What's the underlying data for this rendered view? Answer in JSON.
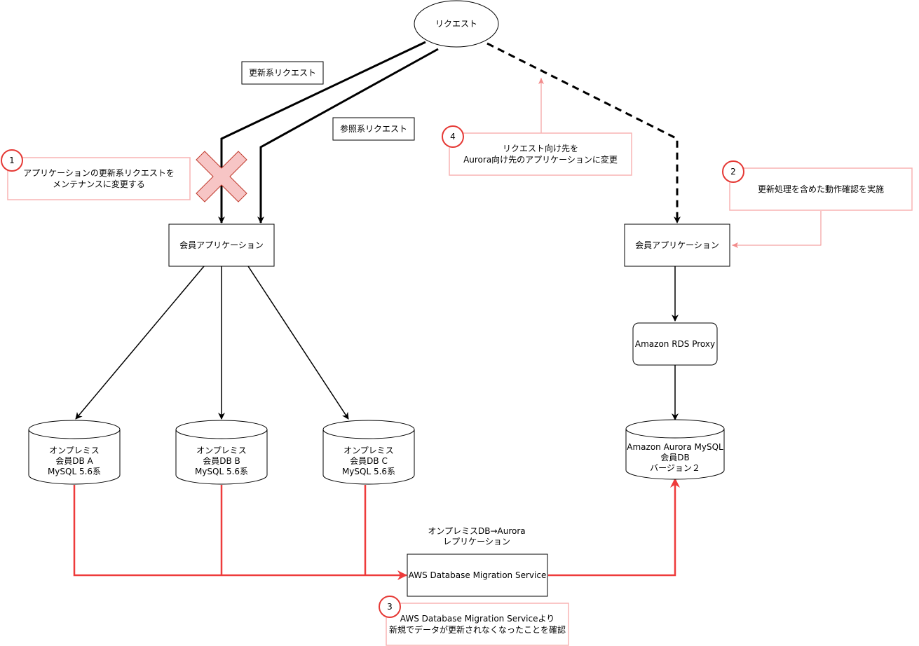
{
  "nodes": {
    "request": "リクエスト",
    "label_update_request": "更新系リクエスト",
    "label_reference_request": "参照系リクエスト",
    "member_app_left": "会員アプリケーション",
    "member_app_right": "会員アプリケーション",
    "rds_proxy": "Amazon RDS Proxy",
    "db_a": [
      "オンプレミス",
      "会員DB A",
      "MySQL 5.6系"
    ],
    "db_b": [
      "オンプレミス",
      "会員DB B",
      "MySQL 5.6系"
    ],
    "db_c": [
      "オンプレミス",
      "会員DB C",
      "MySQL 5.6系"
    ],
    "aurora_db": [
      "Amazon Aurora MySQL",
      "会員DB",
      "バージョン２"
    ],
    "dms": "AWS Database Migration Service",
    "replication_label": [
      "オンプレミスDB→Aurora",
      "レプリケーション"
    ]
  },
  "steps": [
    {
      "number": "1",
      "lines": [
        "アプリケーションの更新系リクエストを",
        "メンテナンスに変更する"
      ]
    },
    {
      "number": "2",
      "lines": [
        "更新処理を含めた動作確認を実施"
      ]
    },
    {
      "number": "3",
      "lines": [
        "AWS Database Migration Serviceより",
        "新規でデータが更新されなくなったことを確認"
      ]
    },
    {
      "number": "4",
      "lines": [
        "リクエスト向け先を",
        "Aurora向け先のアプリケーションに変更"
      ]
    }
  ],
  "colors": {
    "replication_arrow": "#ee3b3b",
    "note_border": "#f8b4b4",
    "badge_border": "#e53935",
    "blocked_cross": "#f7c5c5"
  }
}
